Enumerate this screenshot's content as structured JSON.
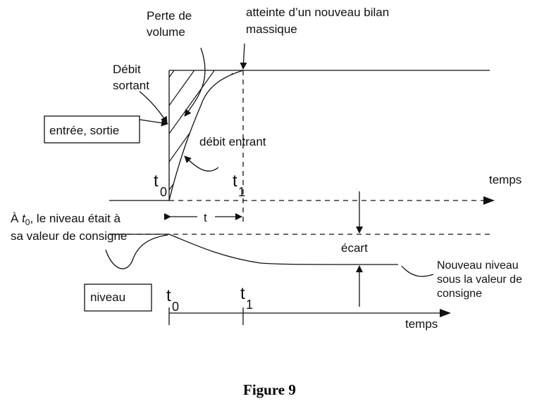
{
  "labels": {
    "perte_line1": "Perte de",
    "perte_line2": "volume",
    "atteinte_line1": "atteinte d’un nouveau bilan",
    "atteinte_line2": "massique",
    "debit_sortant_line1": "Débit",
    "debit_sortant_line2": "sortant",
    "entree_sortie": "entrée, sortie",
    "debit_entrant": "débit entrant",
    "temps_top": "temps",
    "temps_bottom": "temps",
    "t0_letter": "t",
    "t0_sub": "0",
    "t1_letter": "t",
    "t1_sub": "1",
    "t0b_letter": "t",
    "t0b_sub": "0",
    "t1b_letter": "t",
    "t1b_sub": "1",
    "interval_t": "t",
    "niveau_note_prefix": "À ",
    "niveau_note_t": "t",
    "niveau_note_sub": "0",
    "niveau_note_rest": ", le niveau était à",
    "niveau_note_line2": "sa valeur de consigne",
    "ecart": "écart",
    "nouveau_line1": "Nouveau niveau",
    "nouveau_line2": "sous la valeur de",
    "nouveau_line3": "consigne",
    "niveau": "niveau"
  },
  "caption": "Figure 9"
}
